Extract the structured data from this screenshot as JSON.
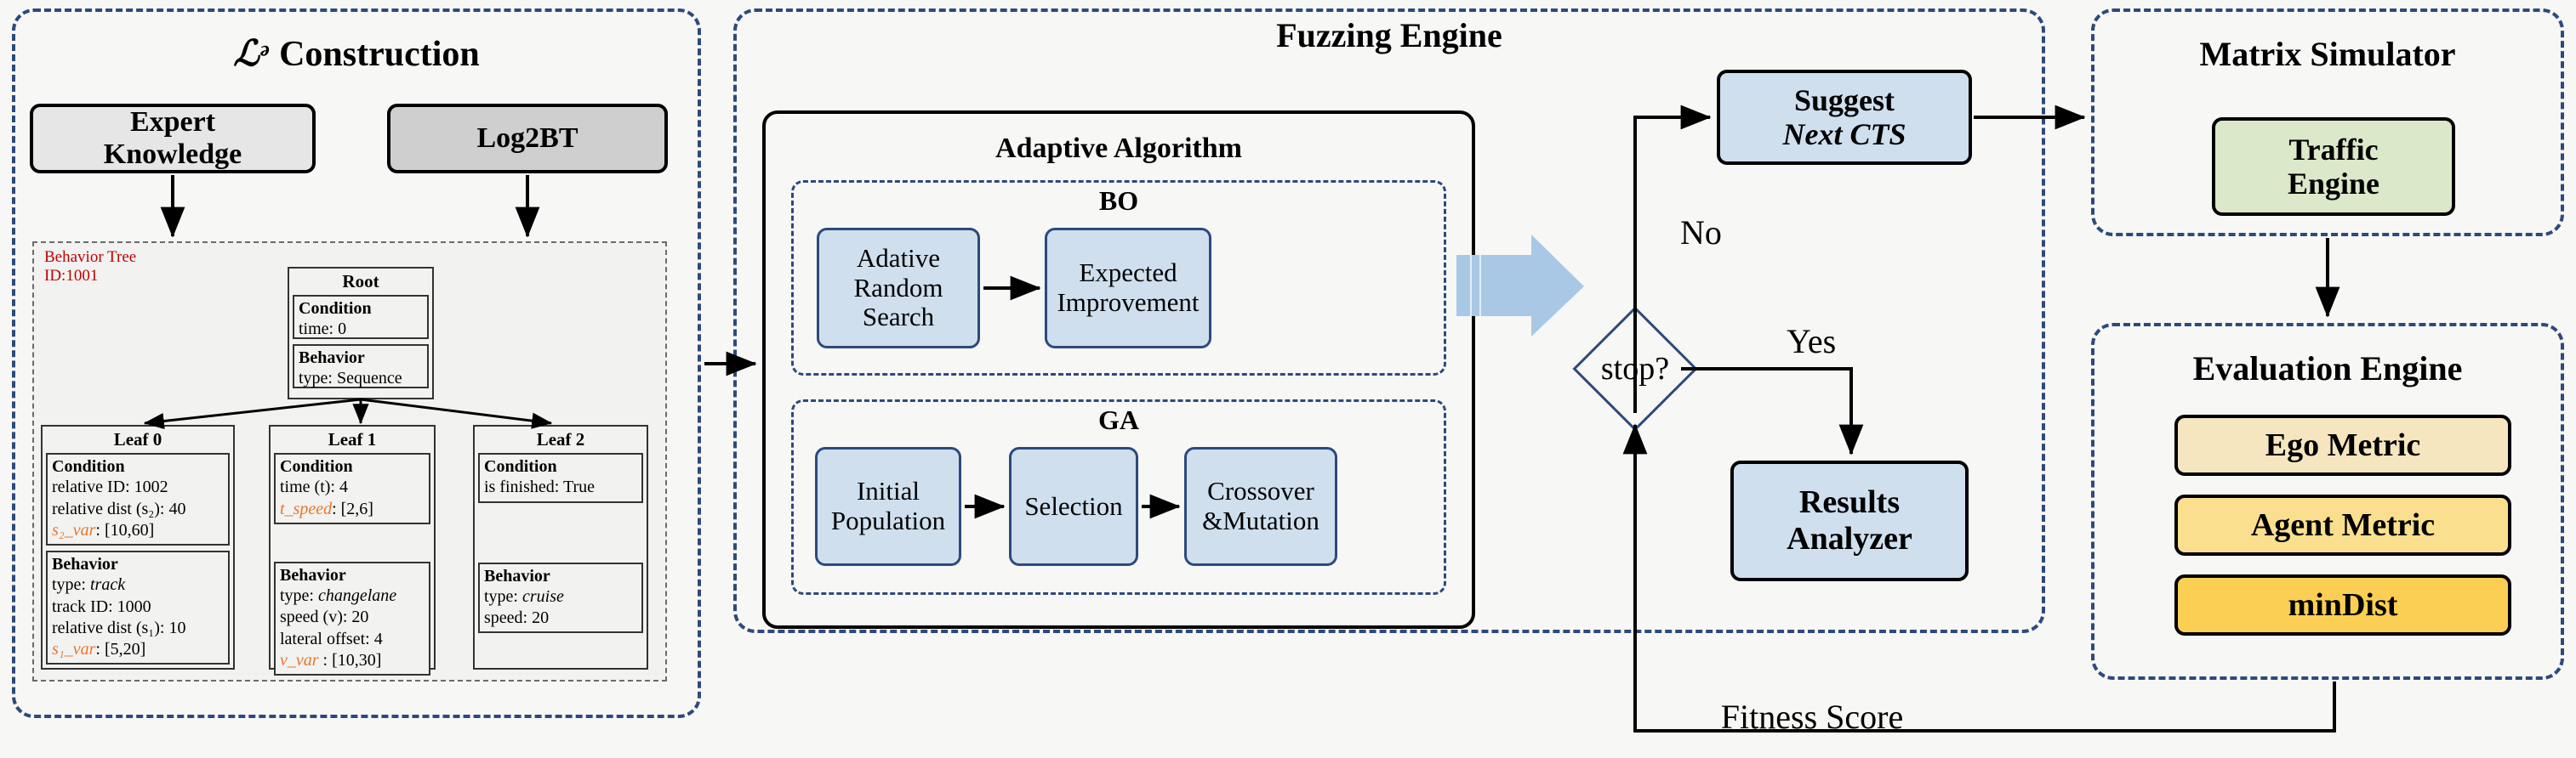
{
  "panels": {
    "ls_construction": {
      "title_script": "ℒᵊ",
      "title": "Construction",
      "sources": [
        {
          "label": "Expert\nKnowledge",
          "style": "grey-light"
        },
        {
          "label": "Log2BT",
          "style": "grey-dark"
        }
      ],
      "behavior_tree": {
        "caption_line1": "Behavior Tree",
        "caption_line2": "ID:1001",
        "root": {
          "title": "Root",
          "condition": {
            "header": "Condition",
            "lines": [
              "time: 0"
            ]
          },
          "behavior": {
            "header": "Behavior",
            "lines": [
              "type: Sequence"
            ]
          }
        },
        "leaves": [
          {
            "title": "Leaf 0",
            "condition": {
              "header": "Condition",
              "lines": [
                "relative ID: 1002",
                "relative dist (s₂): 40"
              ],
              "var_line": {
                "name": "s₂_var",
                "value": ": [10,60]"
              }
            },
            "behavior": {
              "header": "Behavior",
              "lines": [
                "type: track",
                "track ID: 1000",
                "relative dist (s₁): 10"
              ],
              "var_line": {
                "name": "s₁_var",
                "value": ": [5,20]"
              }
            }
          },
          {
            "title": "Leaf 1",
            "condition": {
              "header": "Condition",
              "lines": [
                "time (t): 4"
              ],
              "var_line": {
                "name": "t_speed",
                "value": ": [2,6]"
              }
            },
            "behavior": {
              "header": "Behavior",
              "lines": [
                "type: changelane",
                "speed (v): 20",
                "lateral offset: 4"
              ],
              "var_line": {
                "name": "v_var",
                "value": " : [10,30]"
              }
            }
          },
          {
            "title": "Leaf 2",
            "condition": {
              "header": "Condition",
              "lines": [
                "is finished: True"
              ],
              "var_line": null
            },
            "behavior": {
              "header": "Behavior",
              "lines": [
                "type: cruise",
                "speed: 20"
              ],
              "var_line": null
            }
          }
        ]
      }
    },
    "fuzzing_engine": {
      "title": "Fuzzing Engine",
      "adaptive_algorithm": {
        "title": "Adaptive Algorithm",
        "groups": [
          {
            "title": "BO",
            "nodes": [
              "Adative\nRandom Search",
              "Expected\nImprovement"
            ]
          },
          {
            "title": "GA",
            "nodes": [
              "Initial\nPopulation",
              "Selection",
              "Crossover\n&Mutation"
            ]
          }
        ]
      },
      "decision": {
        "label": "stop?",
        "no_label": "No",
        "yes_label": "Yes"
      },
      "suggest_next": "Suggest\nNext CTS",
      "suggest_next_plain": "Suggest",
      "suggest_next_italic": "Next CTS",
      "results_analyzer": "Results\nAnalyzer"
    },
    "matrix_simulator": {
      "title": "Matrix Simulator",
      "node": "Traffic\nEngine"
    },
    "evaluation_engine": {
      "title": "Evaluation Engine",
      "metrics": [
        {
          "label": "Ego Metric",
          "style": "yellow1"
        },
        {
          "label": "Agent Metric",
          "style": "yellow2"
        },
        {
          "label": "minDist",
          "style": "yellow3"
        }
      ]
    }
  },
  "edges": {
    "fitness_score": "Fitness Score"
  },
  "colors": {
    "panel_border": "#2c4a7c",
    "blue_node": "#cfdfee",
    "green_node": "#dbe8c9",
    "yellow_light": "#f5e6bf",
    "yellow_mid": "#fadf8f",
    "yellow_strong": "#fbcf54",
    "var_orange": "#e8762c",
    "bt_caption_red": "#c00000",
    "big_arrow": "#a8c8e6"
  }
}
